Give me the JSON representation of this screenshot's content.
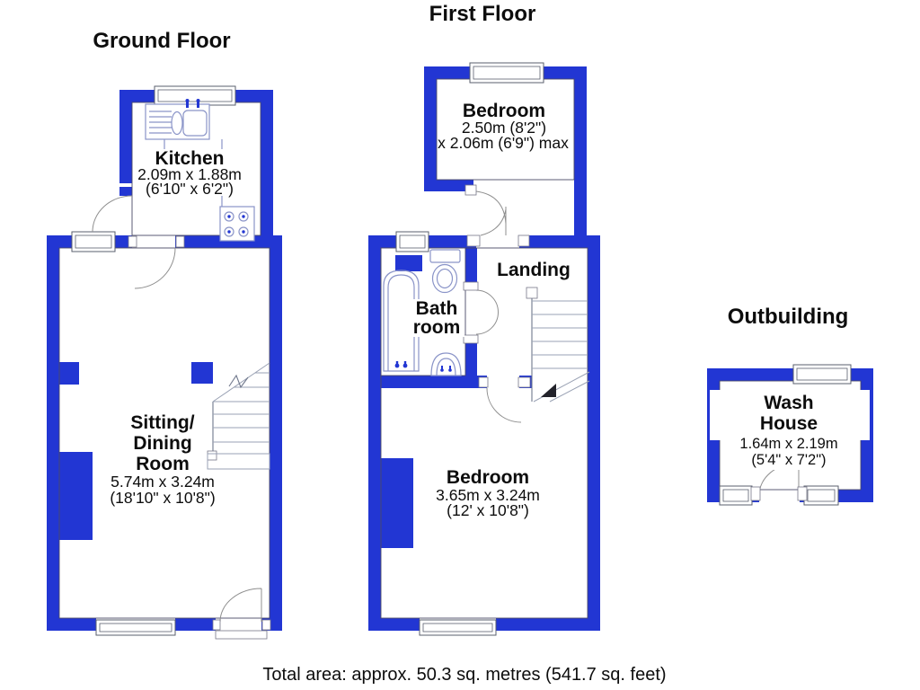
{
  "colors": {
    "wall": "#2236d3",
    "window_line": "#5a5f6e",
    "door_line": "#8f8f8f",
    "fixture_line": "#8a94c8",
    "stair_line": "#9aa2b4",
    "text": "#0d0d0d",
    "background": "#ffffff"
  },
  "ground": {
    "title": "Ground Floor",
    "kitchen": {
      "name": "Kitchen",
      "metric": "2.09m x 1.88m",
      "imperial": "(6'10\" x 6'2\")"
    },
    "sitting_dining": {
      "name_line1": "Sitting/",
      "name_line2": "Dining",
      "name_line3": "Room",
      "metric": "5.74m x 3.24m",
      "imperial": "(18'10\" x 10'8\")"
    }
  },
  "first": {
    "title": "First Floor",
    "rear_bedroom": {
      "name": "Bedroom",
      "metric": "2.50m (8'2\")",
      "imperial": "x 2.06m (6'9\") max"
    },
    "landing": {
      "name": "Landing"
    },
    "bathroom": {
      "name_line1": "Bath",
      "name_line2": "room"
    },
    "front_bedroom": {
      "name": "Bedroom",
      "metric": "3.65m x 3.24m",
      "imperial": "(12' x 10'8\")"
    }
  },
  "outbuilding": {
    "title": "Outbuilding",
    "wash_house": {
      "name_line1": "Wash",
      "name_line2": "House",
      "metric": "1.64m x 2.19m",
      "imperial": "(5'4\" x 7'2\")"
    }
  },
  "footer": {
    "total_area": "Total area: approx. 50.3 sq. metres (541.7 sq. feet)"
  }
}
